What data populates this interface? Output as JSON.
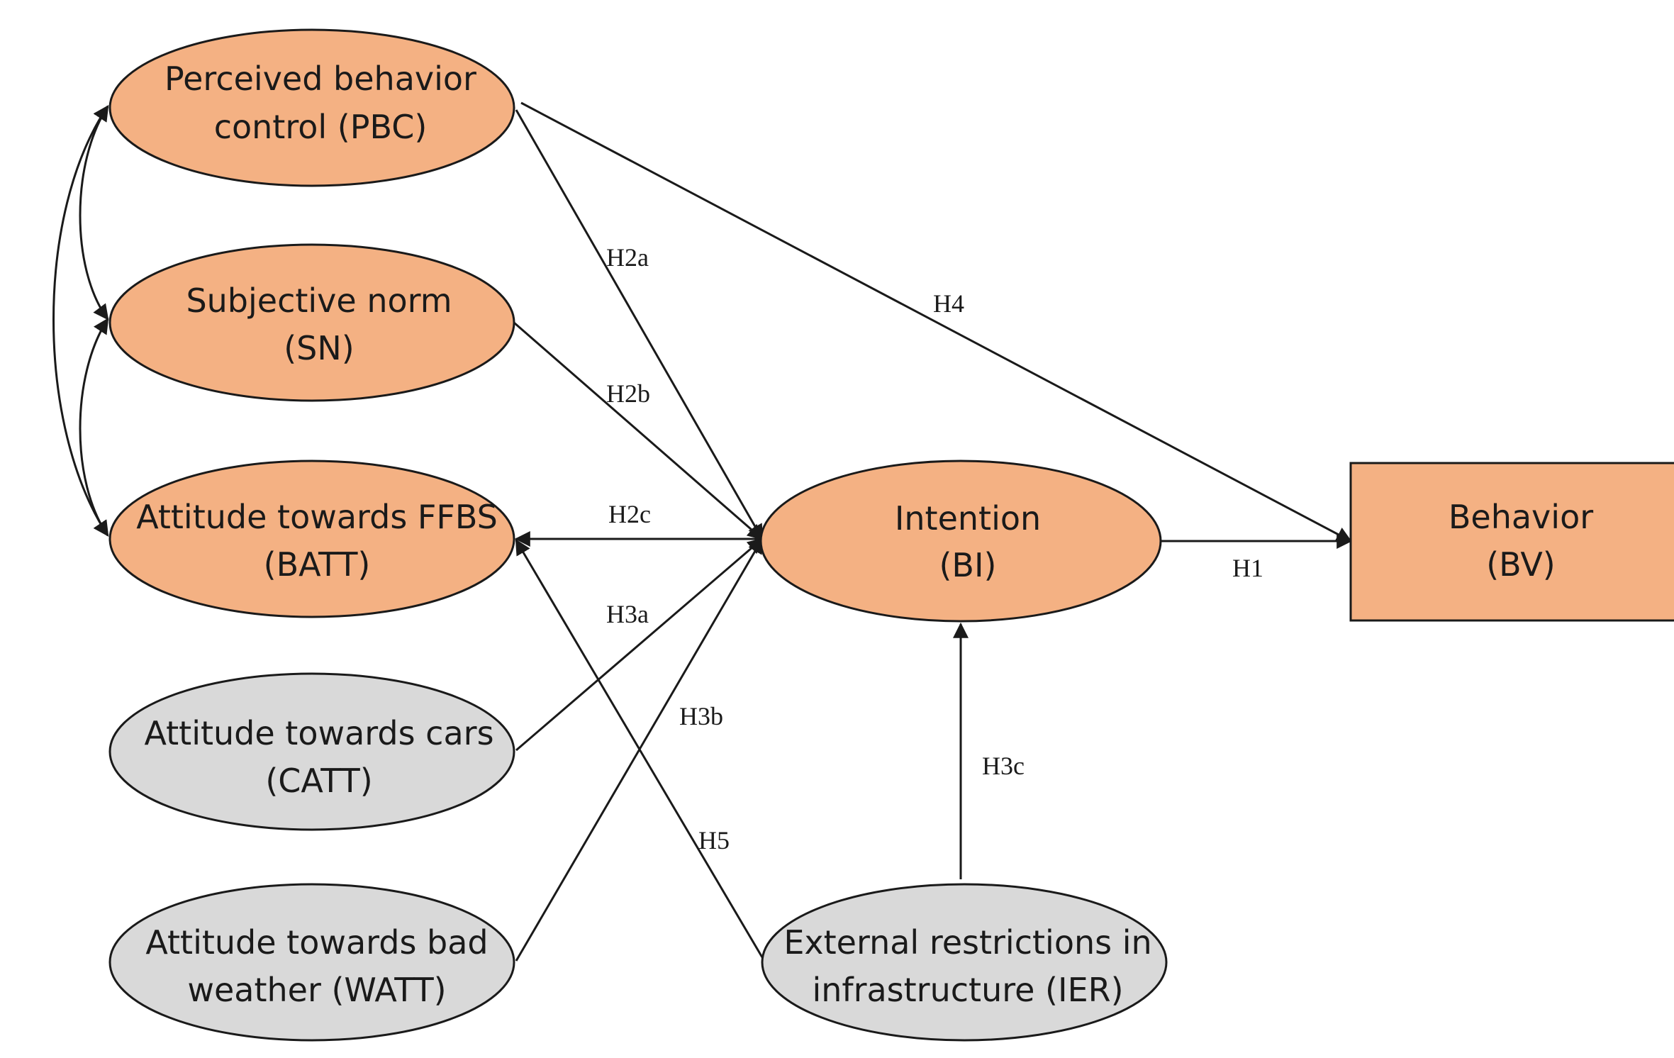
{
  "nodes": {
    "pbc": {
      "line1": "Perceived behavior",
      "line2": "control (PBC)",
      "color": "#f4b183"
    },
    "sn": {
      "line1": "Subjective norm",
      "line2": "(SN)",
      "color": "#f4b183"
    },
    "batt": {
      "line1": "Attitude towards FFBS",
      "line2": "(BATT)",
      "color": "#f4b183"
    },
    "catt": {
      "line1": "Attitude towards cars",
      "line2": "(CATT)",
      "color": "#d9d9d9"
    },
    "watt": {
      "line1": "Attitude towards bad",
      "line2": "weather (WATT)",
      "color": "#d9d9d9"
    },
    "bi": {
      "line1": "Intention",
      "line2": "(BI)",
      "color": "#f4b183"
    },
    "ier": {
      "line1": "External restrictions in",
      "line2": "infrastructure (IER)",
      "color": "#d9d9d9"
    },
    "bv": {
      "line1": "Behavior",
      "line2": "(BV)",
      "color": "#f4b183"
    }
  },
  "edges": {
    "h1": "H1",
    "h2a": "H2a",
    "h2b": "H2b",
    "h2c": "H2c",
    "h3a": "H3a",
    "h3b": "H3b",
    "h3c": "H3c",
    "h4": "H4",
    "h5": "H5"
  }
}
